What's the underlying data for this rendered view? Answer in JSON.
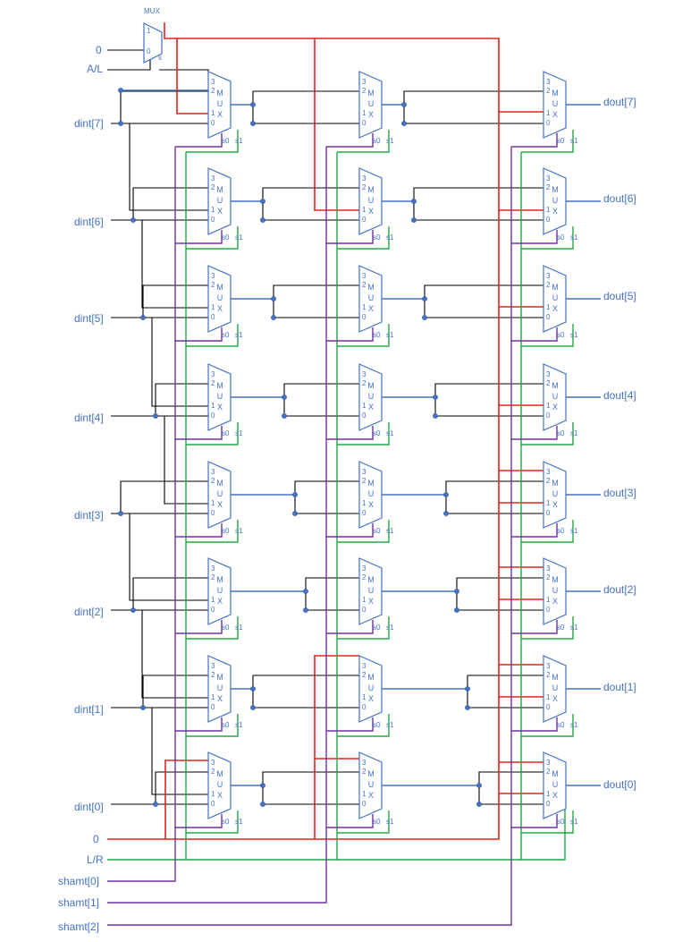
{
  "pre_mux": {
    "title": "MUX",
    "in1_pin": "1",
    "in0_pin": "0",
    "sel_pin": "s",
    "const_input": "0",
    "sel_input": "A/L"
  },
  "mux_pins": {
    "p3": "3",
    "p2": "2",
    "p1": "1",
    "p0": "0",
    "s0": "s0",
    "s1": "s1",
    "t1": "M",
    "t2": "U",
    "t3": "X"
  },
  "inputs": [
    "dint[7]",
    "dint[6]",
    "dint[5]",
    "dint[4]",
    "dint[3]",
    "dint[2]",
    "dint[1]",
    "dint[0]"
  ],
  "outputs": [
    "dout[7]",
    "dout[6]",
    "dout[5]",
    "dout[4]",
    "dout[3]",
    "dout[2]",
    "dout[1]",
    "dout[0]"
  ],
  "controls": {
    "zero": "0",
    "lr": "L/R",
    "shamt0": "shamt[0]",
    "shamt1": "shamt[1]",
    "shamt2": "shamt[2]"
  },
  "colors": {
    "component": "#4472c4",
    "zero_wire": "#e8211c",
    "lr_wire": "#21a846",
    "shamt_wire": "#7030a0",
    "data_wire": "#000000"
  }
}
